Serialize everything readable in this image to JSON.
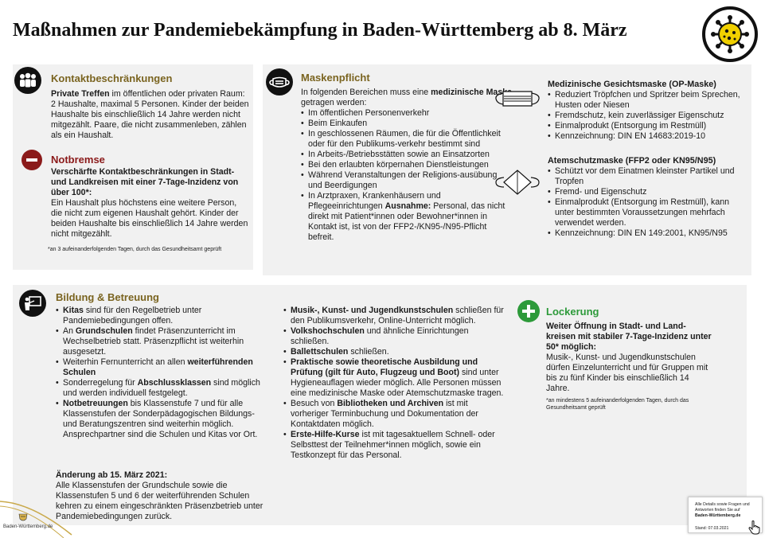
{
  "title": "Maßnahmen zur Pandemiebekämpfung in Baden-Württemberg ab 8. März",
  "colors": {
    "gold": "#7a6420",
    "maroon": "#8b1a1a",
    "green": "#2d9a3a",
    "panel": "#f1f1f1",
    "virus": "#f0d000"
  },
  "icons": {
    "virus": "virus-icon",
    "kontakt": "people-icon",
    "notbremse": "minus-icon",
    "masken": "mask-icon",
    "bildung": "teacher-board-icon",
    "lockerung": "plus-icon"
  },
  "kontakt": {
    "heading": "Kontaktbeschränkungen",
    "bold": "Private Treffen",
    "text": " im öffentlichen oder privaten Raum: 2 Haushalte, maximal 5 Personen. Kinder der beiden Haushalte bis einschließlich 14 Jahre werden nicht mitgezählt. Paare, die nicht zusammenleben, zählen als ein Haushalt."
  },
  "notbremse": {
    "heading": "Notbremse",
    "bold": "Verschärfte Kontaktbeschränkungen in Stadt- und Landkreisen mit einer 7-Tage-Inzidenz von über 100*:",
    "text": "Ein Haushalt plus höchstens eine weitere Person, die nicht zum eigenen Haushalt gehört. Kinder der beiden Haushalte bis einschließlich 14 Jahre werden nicht mitgezählt.",
    "footnote": "*an 3 aufeinanderfolgenden Tagen, durch das Gesundheitsamt geprüft"
  },
  "masken": {
    "heading": "Maskenpflicht",
    "intro_a": "In folgenden Bereichen muss eine ",
    "intro_bold": "medizinische Maske",
    "intro_b": " getragen werden:",
    "items": [
      "Im öffentlichen Personenverkehr",
      "Beim Einkaufen",
      "In geschlossenen Räumen, die für die Öffentlichkeit oder für den Publikums-verkehr bestimmt sind",
      "In Arbeits-/Betriebsstätten sowie an Einsatzorten",
      "Bei den erlaubten körpernahen Dienstleistungen",
      "Während Veranstaltungen der Religions-ausübung und Beerdigungen"
    ],
    "last_a": "In Arztpraxen, Krankenhäusern und Pflegeeinrichtungen ",
    "last_bold": "Ausnahme:",
    "last_b": " Personal, das nicht direkt mit Patient*innen oder Bewohner*innen in Kontakt ist, ist von der FFP2-/KN95-/N95-Pflicht befreit.",
    "op": {
      "heading": "Medizinische Gesichtsmaske (OP-Maske)",
      "items": [
        "Reduziert Tröpfchen und Spritzer beim Sprechen, Husten oder Niesen",
        "Fremdschutz, kein zuverlässiger Eigenschutz",
        "Einmalprodukt (Entsorgung im Restmüll)",
        "Kennzeichnung: DIN EN 14683:2019-10"
      ]
    },
    "ffp": {
      "heading": "Atemschutzmaske (FFP2 oder KN95/N95)",
      "items": [
        "Schützt vor dem Einatmen kleinster Partikel und Tropfen",
        "Fremd- und Eigenschutz",
        "Einmalprodukt (Entsorgung im Restmüll), kann unter bestimmten Voraussetzungen mehrfach verwendet werden.",
        "Kennzeichnung: DIN EN 149:2001, KN95/N95"
      ]
    }
  },
  "bildung": {
    "heading": "Bildung & Betreuung",
    "col1": [
      {
        "bold": "Kitas",
        "text": " sind für den Regelbetrieb unter Pandemiebedingungen offen."
      },
      {
        "pre": "An ",
        "bold": "Grundschulen",
        "text": " findet Präsenzunterricht im Wechselbetrieb statt. Präsenzpflicht ist weiterhin ausgesetzt."
      },
      {
        "pre": "Weiterhin Fernunterricht an allen ",
        "bold": "weiterführenden Schulen",
        "text": ""
      },
      {
        "pre": "Sonderregelung für ",
        "bold": "Abschlussklassen",
        "text": " sind möglich und werden individuell festgelegt."
      },
      {
        "bold": "Notbetreuungen",
        "text": " bis Klassenstufe 7 und für alle Klassenstufen der Sonderpädagogischen Bildungs- und Beratungszentren sind weiterhin möglich. Ansprechpartner sind die Schulen und Kitas vor Ort."
      }
    ],
    "aenderung_heading": "Änderung ab 15. März 2021:",
    "aenderung_text": "Alle Klassenstufen der Grundschule sowie die Klassenstufen 5 und 6 der weiterführenden Schulen kehren zu einem eingeschränkten Präsenzbetrieb unter Pandemiebedingungen zurück.",
    "col2": [
      {
        "bold": "Musik-, Kunst- und Jugendkunstschulen",
        "text": " schließen für den Publikumsverkehr, Online-Unterricht möglich."
      },
      {
        "bold": "Volkshochschulen",
        "text": " und ähnliche Einrichtungen schließen."
      },
      {
        "bold": "Ballettschulen",
        "text": " schließen."
      },
      {
        "bold": "Praktische sowie theoretische Ausbildung und Prüfung (gilt für Auto, Flugzeug und Boot)",
        "text": " sind unter Hygieneauflagen wieder möglich. Alle Personen müssen eine medizinische Maske oder Atemschutzmaske tragen."
      },
      {
        "pre": "Besuch von ",
        "bold": "Bibliotheken und Archiven",
        "text": " ist mit vorheriger Terminbuchung und Dokumentation der Kontaktdaten möglich."
      },
      {
        "bold": "Erste-Hilfe-Kurse",
        "text": " ist mit tagesaktuellem Schnell- oder Selbsttest der Teilnehmer*innen möglich, sowie ein Testkonzept für das Personal."
      }
    ]
  },
  "lockerung": {
    "heading": "Lockerung",
    "bold": "Weiter Öffnung in Stadt- und Land-kreisen mit stabiler 7-Tage-Inzidenz unter 50* möglich:",
    "text": "Musik-, Kunst- und Jugendkunstschulen dürfen Einzelunterricht und für Gruppen mit bis zu fünf Kinder bis einschließlich 14 Jahre.",
    "footnote": "*an mindestens 5 aufeinanderfolgenden Tagen, durch das Gesundheitsamt geprüft"
  },
  "info": {
    "text": "Alle Details sowie Fragen und Antworten finden Sie auf",
    "link": "Baden-Württemberg.de",
    "stand": "Stand: 07.03.2021"
  },
  "logo_text": "Baden-Württemberg.de"
}
